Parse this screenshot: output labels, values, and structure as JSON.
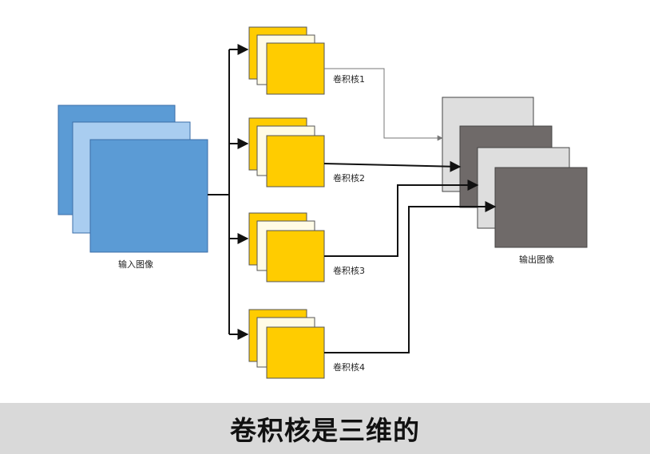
{
  "diagram": {
    "input_label": "输入图像",
    "output_label": "输出图像",
    "kernels": [
      {
        "label": "卷积核1"
      },
      {
        "label": "卷积核2"
      },
      {
        "label": "卷积核3"
      },
      {
        "label": "卷积核4"
      }
    ]
  },
  "caption": "卷积核是三维的",
  "colors": {
    "input_dark": "#5b9bd5",
    "input_light": "#a9cdf0",
    "kernel_yellow": "#ffcc00",
    "kernel_cream": "#fffbe6",
    "output_light": "#dedede",
    "output_dark": "#6f6a69"
  }
}
